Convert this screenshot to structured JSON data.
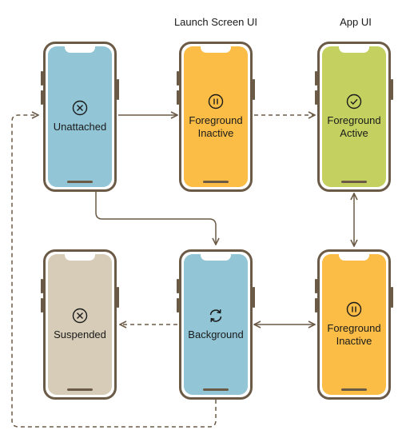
{
  "headers": {
    "launch_screen": "Launch Screen UI",
    "app": "App UI"
  },
  "states": {
    "unattached": {
      "line1": "Unattached",
      "line2": "",
      "icon": "x-circle-icon",
      "color": "#92c6d6"
    },
    "fg_inactive_top": {
      "line1": "Foreground",
      "line2": "Inactive",
      "icon": "pause-circle-icon",
      "color": "#fbbd46"
    },
    "fg_active": {
      "line1": "Foreground",
      "line2": "Active",
      "icon": "check-circle-icon",
      "color": "#c4d060"
    },
    "suspended": {
      "line1": "Suspended",
      "line2": "",
      "icon": "x-circle-icon",
      "color": "#d6ccb7"
    },
    "background": {
      "line1": "Background",
      "line2": "",
      "icon": "refresh-icon",
      "color": "#92c6d6"
    },
    "fg_inactive_bottom": {
      "line1": "Foreground",
      "line2": "Inactive",
      "icon": "pause-circle-icon",
      "color": "#fbbd46"
    }
  },
  "colors": {
    "frame": "#6b5a45",
    "arrow": "#6b5a45"
  }
}
